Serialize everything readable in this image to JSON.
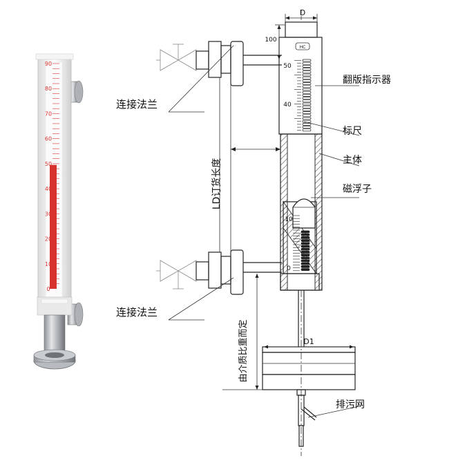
{
  "labels": {
    "flange_top": "连接法兰",
    "flange_bottom": "连接法兰",
    "indicator": "翻版指示器",
    "scale": "标尺",
    "body": "主体",
    "float": "磁浮子",
    "drain": "排污网",
    "ld_length": "LD订货长度",
    "medium_density": "由介质比重而定",
    "dim_d": "D",
    "dim_d1": "D1",
    "dim_100": "100"
  },
  "indicator_ticks": [
    "50",
    "40"
  ],
  "float_ticks": [
    "10",
    "0"
  ],
  "photo_ticks": [
    "90",
    "80",
    "70",
    "60",
    "50",
    "40",
    "30",
    "20",
    "10",
    "0"
  ],
  "photo_level_fraction": 0.55,
  "colors": {
    "photo_red": "#d8322f",
    "photo_tube": "#f2f2f2",
    "photo_metal": "#b9bcc0"
  }
}
